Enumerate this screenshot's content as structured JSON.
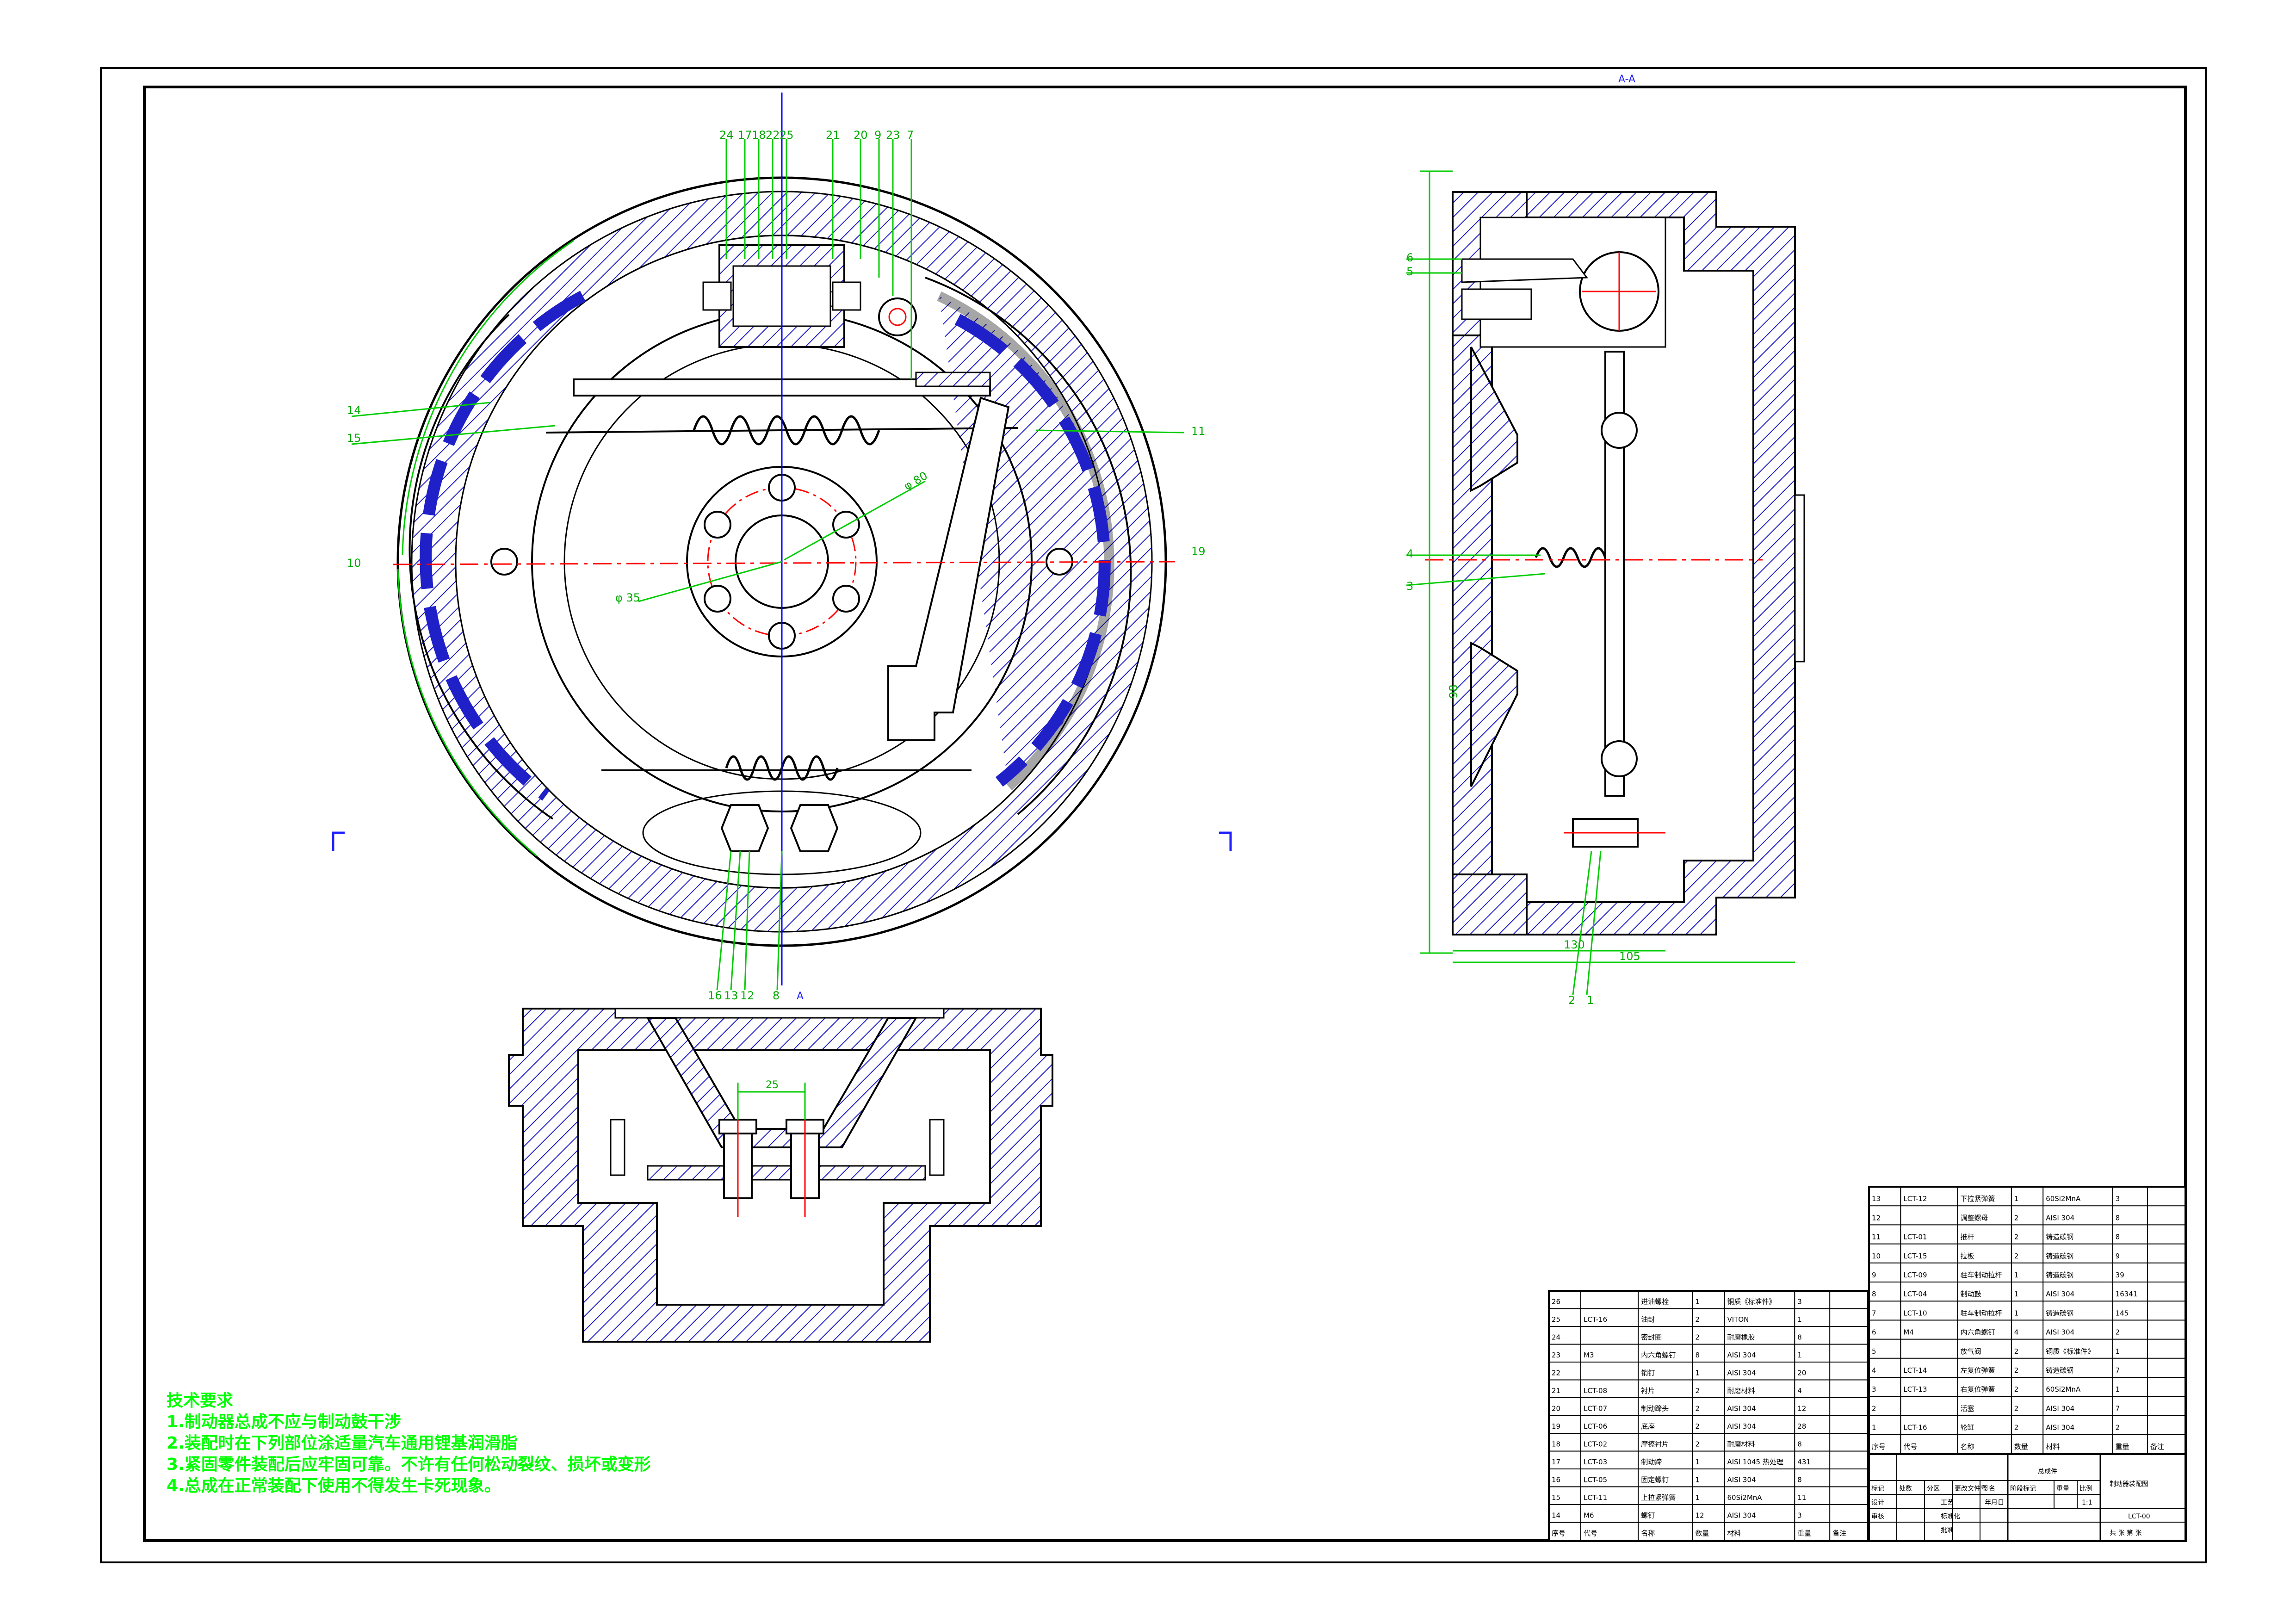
{
  "section_marks": {
    "top": "A-A",
    "bottom": "A"
  },
  "front_balloons_top": [
    "24",
    "17",
    "18",
    "22",
    "25",
    "21",
    "20",
    "9",
    "23",
    "7"
  ],
  "front_balloons_bottom": [
    "16",
    "13",
    "12",
    "8"
  ],
  "front_left_labels": {
    "l14": "14",
    "l15": "15",
    "l10": "10"
  },
  "front_right_labels": {
    "r11": "11",
    "r19": "19"
  },
  "front_dims": {
    "d1": "φ 80",
    "d2": "φ 35"
  },
  "side_labels": {
    "s6": "6",
    "s5": "5",
    "s4": "4",
    "s3": "3",
    "s2": "2",
    "s1": "1"
  },
  "side_dims": {
    "height": "98",
    "w1": "130",
    "w2": "105"
  },
  "bottom_dim": "25",
  "technical": {
    "title": "技术要求",
    "items": [
      "1.制动器总成不应与制动鼓干涉",
      "2.装配时在下列部位涂适量汽车通用锂基润滑脂",
      "3.紧固零件装配后应牢固可靠。不许有任何松动裂纹、损坏或变形",
      "4.总成在正常装配下使用不得发生卡死现象。"
    ]
  },
  "bom_left": [
    [
      "26",
      "",
      "进油螺栓",
      "1",
      "铜质《标准件》",
      "3"
    ],
    [
      "25",
      "LCT-16",
      "油封",
      "2",
      "VITON",
      "1"
    ],
    [
      "24",
      "",
      "密封圈",
      "2",
      "耐磨橡胶",
      "8"
    ],
    [
      "23",
      "M3",
      "内六角螺钉",
      "8",
      "AISI 304",
      "1"
    ],
    [
      "22",
      "",
      "销钉",
      "1",
      "AISI 304",
      "20"
    ],
    [
      "21",
      "LCT-08",
      "衬片",
      "2",
      "耐磨材料",
      "4"
    ],
    [
      "20",
      "LCT-07",
      "制动蹄头",
      "2",
      "AISI 304",
      "12"
    ],
    [
      "19",
      "LCT-06",
      "底座",
      "2",
      "AISI 304",
      "28"
    ],
    [
      "18",
      "LCT-02",
      "摩擦衬片",
      "2",
      "耐磨材料",
      "8"
    ],
    [
      "17",
      "LCT-03",
      "制动蹄",
      "1",
      "AISI 1045 热处理",
      "431"
    ],
    [
      "16",
      "LCT-05",
      "固定螺钉",
      "1",
      "AISI 304",
      "8"
    ],
    [
      "15",
      "LCT-11",
      "上拉紧弹簧",
      "1",
      "60Si2MnA",
      "11"
    ],
    [
      "14",
      "M6",
      "螺钉",
      "12",
      "AISI 304",
      "3"
    ]
  ],
  "bom_left_header": [
    "序号",
    "代号",
    "名称",
    "数量",
    "材料",
    "重量",
    "备注"
  ],
  "bom_right": [
    [
      "13",
      "LCT-12",
      "下拉紧弹簧",
      "1",
      "60Si2MnA",
      "3"
    ],
    [
      "12",
      "",
      "调整螺母",
      "2",
      "AISI 304",
      "8"
    ],
    [
      "11",
      "LCT-01",
      "推杆",
      "2",
      "铸造碳钢",
      "8"
    ],
    [
      "10",
      "LCT-15",
      "拉板",
      "2",
      "铸造碳钢",
      "9"
    ],
    [
      "9",
      "LCT-09",
      "驻车制动拉杆",
      "1",
      "铸造碳钢",
      "39"
    ],
    [
      "8",
      "LCT-04",
      "制动鼓",
      "1",
      "AISI 304",
      "16341"
    ],
    [
      "7",
      "LCT-10",
      "驻车制动拉杆",
      "1",
      "铸造碳钢",
      "145"
    ],
    [
      "6",
      "M4",
      "内六角螺钉",
      "4",
      "AISI 304",
      "2"
    ],
    [
      "5",
      "",
      "放气阀",
      "2",
      "铜质《标准件》",
      "1"
    ],
    [
      "4",
      "LCT-14",
      "左复位弹簧",
      "2",
      "铸造碳钢",
      "7"
    ],
    [
      "3",
      "LCT-13",
      "右复位弹簧",
      "2",
      "60Si2MnA",
      "1"
    ],
    [
      "2",
      "",
      "活塞",
      "2",
      "AISI 304",
      "7"
    ],
    [
      "1",
      "LCT-16",
      "轮缸",
      "2",
      "AISI 304",
      "2"
    ]
  ],
  "bom_right_header": [
    "序号",
    "代号",
    "名称",
    "数量",
    "材料",
    "重量",
    "备注"
  ],
  "title_block": {
    "drawing_name": "制动器装配图",
    "drawing_no": "LCT-00",
    "scale": "1:1",
    "row_labels": [
      "标记",
      "处数",
      "分区",
      "更改文件号",
      "签名",
      "年月日"
    ],
    "roles": [
      "设计",
      "审核",
      "工艺",
      "批准",
      "标准化"
    ],
    "stage": "阶段标记",
    "weight": "重量",
    "scale_label": "比例",
    "sheet": "共  张  第  张",
    "company": "总成件"
  }
}
